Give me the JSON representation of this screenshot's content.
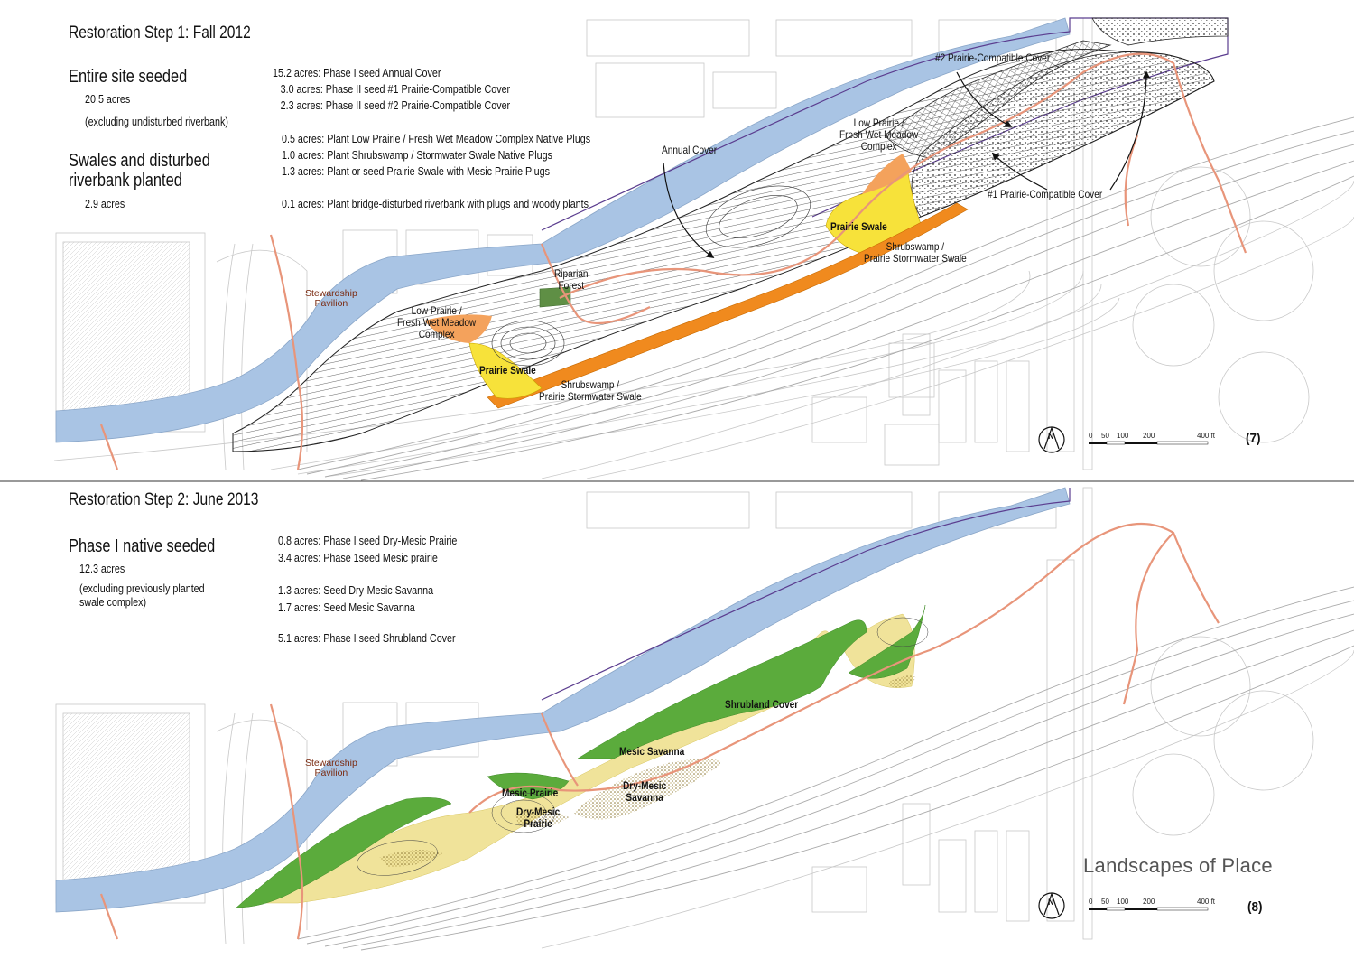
{
  "step1": {
    "title": "Restoration Step 1: Fall 2012",
    "heading1": "Entire site seeded",
    "acres1": "20.5 acres",
    "note1": "(excluding undisturbed riverbank)",
    "heading2a": "Swales and disturbed",
    "heading2b": "riverbank planted",
    "acres2": "2.9 acres",
    "list_a": [
      "15.2 acres: Phase I seed Annual Cover",
      "3.0 acres: Phase II seed #1 Prairie-Compatible Cover",
      "2.3 acres: Phase II seed #2 Prairie-Compatible Cover"
    ],
    "list_b": [
      "0.5 acres: Plant Low Prairie / Fresh Wet Meadow Complex Native Plugs",
      "1.0 acres: Plant Shrubswamp / Stormwater Swale Native Plugs",
      "1.3 acres: Plant or seed Prairie Swale with Mesic Prairie Plugs"
    ],
    "list_c": "0.1 acres: Plant bridge-disturbed riverbank with plugs and woody plants",
    "labels": {
      "prairie2": "#2 Prairie-Compatible Cover",
      "prairie1": "#1 Prairie-Compatible Cover",
      "annual": "Annual Cover",
      "low_right": "Low Prairie /\nFresh Wet Meadow\nComplex",
      "swale_right": "Prairie Swale",
      "shrub_right": "Shrubswamp /\nPrairie Stormwater Swale",
      "riparian": "Riparian\nForest",
      "low_left": "Low Prairie /\nFresh Wet Meadow\nComplex",
      "swale_left": "Prairie Swale",
      "shrub_left": "Shrubswamp /\nPrairie Stormwater Swale",
      "pavilion": "Stewardship\nPavilion"
    },
    "scale": [
      "0",
      "50",
      "100",
      "200",
      "400 ft"
    ],
    "north": "N",
    "page_number": "(7)"
  },
  "step2": {
    "title": "Restoration Step 2: June 2013",
    "heading": "Phase I native seeded",
    "acres": "12.3 acres",
    "note": "(excluding previously planted\nswale complex)",
    "list_a": [
      "0.8 acres: Phase I seed Dry-Mesic Prairie",
      "3.4 acres: Phase 1seed Mesic prairie"
    ],
    "list_b": [
      "1.3 acres: Seed Dry-Mesic Savanna",
      "1.7 acres: Seed Mesic Savanna"
    ],
    "list_c": "5.1 acres: Phase I seed Shrubland Cover",
    "labels": {
      "shrubland": "Shrubland Cover",
      "mesic_savanna": "Mesic Savanna",
      "dry_savanna": "Dry-Mesic\nSavanna",
      "mesic_prairie": "Mesic Prairie",
      "dry_prairie": "Dry-Mesic\nPrairie",
      "pavilion": "Stewardship\nPavilion"
    },
    "brand": "Landscapes of Place",
    "scale": [
      "0",
      "50",
      "100",
      "200",
      "400 ft"
    ],
    "north": "N",
    "page_number": "(8)"
  },
  "colors": {
    "river": "#a9c4e4",
    "annual_hatch": "#222222",
    "prairie_swale": "#f7e23a",
    "low_prairie": "#f4a25c",
    "shrubswamp": "#f08a1e",
    "riparian": "#5f8f45",
    "path": "#e8957a",
    "boundary": "#5b3d8f",
    "shrubland": "#5bab3c",
    "savanna": "#f0e39a",
    "dry_stipple": "#9c8a44",
    "linework": "#bbbbbb"
  }
}
